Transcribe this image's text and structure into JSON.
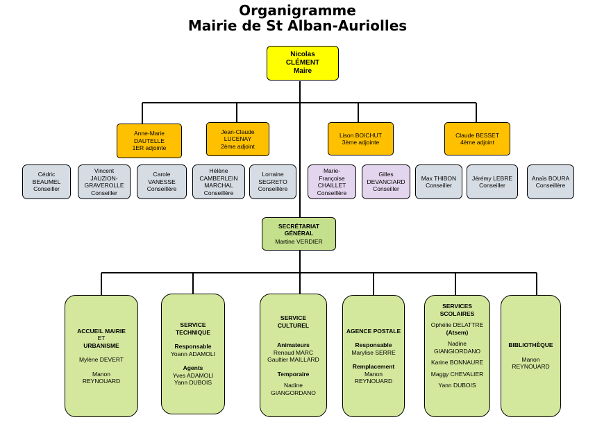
{
  "title": {
    "line1": "Organigramme",
    "line2": "Mairie de St Alban-Auriolles"
  },
  "colors": {
    "mayor": "#ffff00",
    "adjoint": "#ffc000",
    "conseiller_grey": "#d6dce4",
    "conseiller_pink": "#e4d5ee",
    "secretariat": "#c5e08c",
    "service": "#d4e89d",
    "line": "#000000"
  },
  "mayor": {
    "first": "Nicolas",
    "last": "CLÉMENT",
    "role": "Maire"
  },
  "adjoints": [
    {
      "text": "Anne-Marie\nDAUTELLE\n1ER adjointe"
    },
    {
      "text": "Jean-Claude\nLUCENAY\n2ème adjoint"
    },
    {
      "text": "Lison BOICHUT\n3ème adjointe"
    },
    {
      "text": "Claude BESSET\n4ème adjoint"
    }
  ],
  "conseillers": [
    {
      "text": "Cédric\nBEAUMEL\nConseiller"
    },
    {
      "text": "Vincent\nJAUZION-\nGRAVEROLLE\nConseiller"
    },
    {
      "text": "Carole\nVANESSE\nConseillère"
    },
    {
      "text": "Hélène\nCAMBERLEIN\nMARCHAL\nConseillère"
    },
    {
      "text": "Lorraine\nSEGRETO\nConseillère"
    },
    {
      "text": "Marie-\nFrançoise\nCHAILLET\nConseillère"
    },
    {
      "text": "Gilles\nDEVANCIARD\nConseiller"
    },
    {
      "text": "Max THIBON\nConseiller"
    },
    {
      "text": "Jérémy  LEBRE\nConseiller"
    },
    {
      "text": "Anaïs BOURA\nConseillère"
    }
  ],
  "secretariat": {
    "title": "SECRÉTARIAT\nGÉNÉRAL",
    "name": "Martine VERDIER"
  },
  "services": {
    "accueil": {
      "title": "ACCUEIL MAIRIE",
      "et": "ET",
      "title2": "URBANISME",
      "p1": "Mylène DEVERT",
      "p2": "Manon\nREYNOUARD"
    },
    "technique": {
      "title": "SERVICE\nTECHNIQUE",
      "resp_label": "Responsable",
      "resp_name": "Yoann ADAMOLI",
      "agents_label": "Agents",
      "agents_names": "Yves ADAMOLI\nYann DUBOIS"
    },
    "culturel": {
      "title": "SERVICE\nCULTUREL",
      "anim_label": "Animateurs",
      "anim_names": "Renaud MARC\nGaultier MAILLARD",
      "temp_label": "Temporaire",
      "temp_names": "Nadine\nGIANGORDANO"
    },
    "postale": {
      "title": "AGENCE POSTALE",
      "resp_label": "Responsable",
      "resp_name": "Marylise SERRE",
      "rempl_label": "Remplacement",
      "rempl_name": "Manon REYNOUARD"
    },
    "scolaires": {
      "title": "SERVICES\nSCOLAIRES",
      "p1": "Ophélie DELATTRE",
      "atsem": "(Atsem)",
      "p2": "Nadine\nGIANGIORDANO",
      "p3": "Karine BONNAURE",
      "p4": "Maggy CHEVALIER",
      "p5": "Yann DUBOIS"
    },
    "bibliotheque": {
      "title": "BIBLIOTHÈQUE",
      "p1": "Manon\nREYNOUARD"
    }
  }
}
